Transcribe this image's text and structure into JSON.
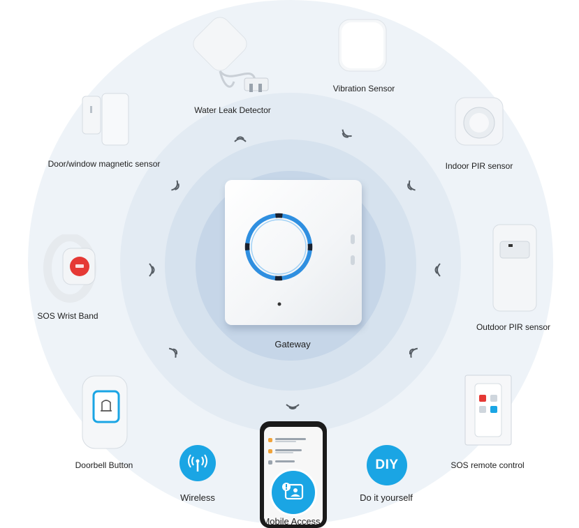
{
  "center": {
    "label": "Gateway"
  },
  "devices": [
    {
      "id": "water-leak",
      "label": "Water Leak Detector"
    },
    {
      "id": "vibration",
      "label": "Vibration Sensor"
    },
    {
      "id": "door-window",
      "label": "Door/window magnetic sensor"
    },
    {
      "id": "indoor-pir",
      "label": "Indoor PIR sensor"
    },
    {
      "id": "sos-wrist",
      "label": "SOS Wrist Band"
    },
    {
      "id": "outdoor-pir",
      "label": "Outdoor PIR sensor"
    },
    {
      "id": "doorbell",
      "label": "Doorbell Button"
    },
    {
      "id": "sos-remote",
      "label": "SOS remote control"
    }
  ],
  "features": [
    {
      "id": "wireless",
      "label": "Wireless",
      "icon": "antenna-icon"
    },
    {
      "id": "mobile-access",
      "label": "Mobile Access",
      "icon": "phone-alert-icon"
    },
    {
      "id": "diy",
      "label": "Do it yourself",
      "icon_text": "DIY"
    }
  ],
  "colors": {
    "accent_blue": "#1aa5e4",
    "ring_blue": "#2f8fe0",
    "wave_gray": "#555c63",
    "sos_red": "#e53935"
  }
}
